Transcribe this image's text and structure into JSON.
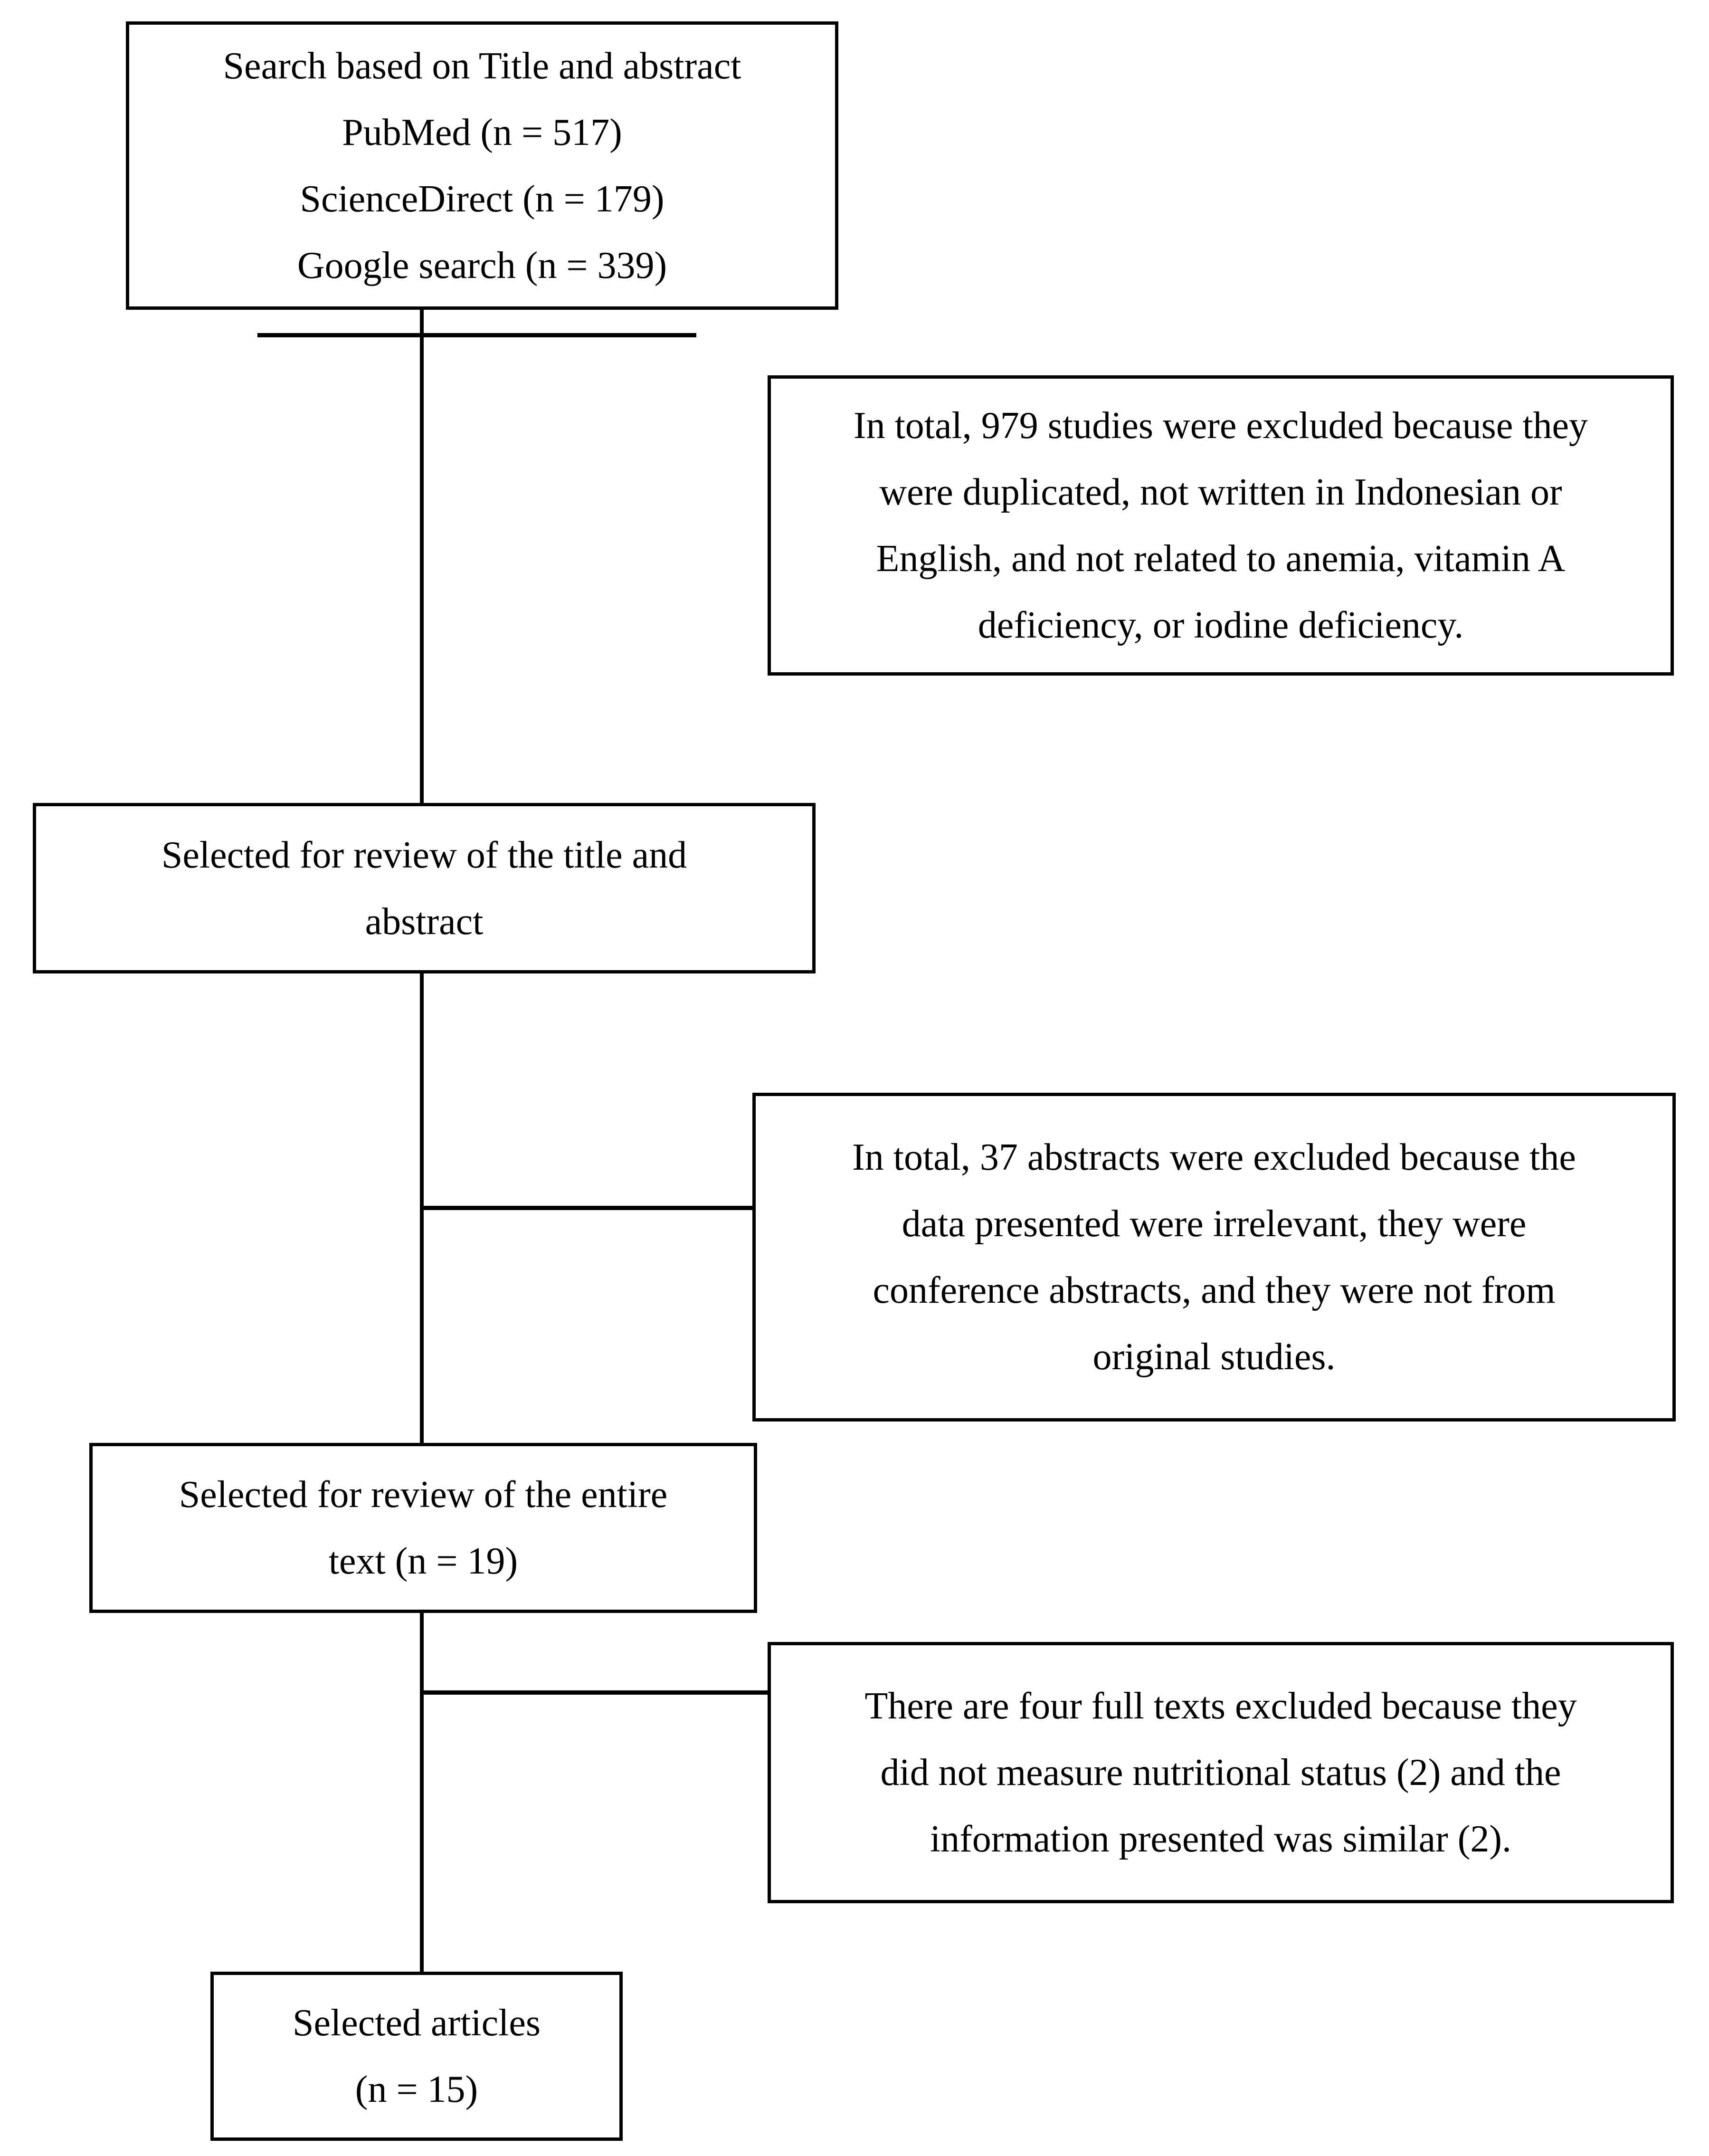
{
  "colors": {
    "background": "#ffffff",
    "line": "#000000",
    "text": "#000000"
  },
  "boxes": {
    "search": {
      "lines": [
        "Search based on Title and abstract",
        "PubMed (n = 517)",
        "ScienceDirect (n = 179)",
        "Google search (n = 339)"
      ]
    },
    "excluded_titles": {
      "lines": [
        "In total, 979 studies were excluded because they",
        "were duplicated, not written in Indonesian or",
        "English, and not related to anemia, vitamin A",
        "deficiency, or iodine deficiency."
      ]
    },
    "review_title_abstract": {
      "lines": [
        "Selected for review of the title and",
        "abstract"
      ]
    },
    "excluded_abstracts": {
      "lines": [
        "In total, 37 abstracts were excluded because the",
        "data presented were irrelevant, they were",
        "conference abstracts, and they were not from",
        "original studies."
      ]
    },
    "review_full_text": {
      "lines": [
        "Selected for review of the entire",
        "text (n = 19)"
      ]
    },
    "excluded_full_texts": {
      "lines": [
        "There are four full texts excluded because they",
        "did not measure nutritional status (2) and the",
        "information presented was similar (2)."
      ]
    },
    "selected_articles": {
      "lines": [
        "Selected articles",
        "(n = 15)"
      ]
    }
  }
}
